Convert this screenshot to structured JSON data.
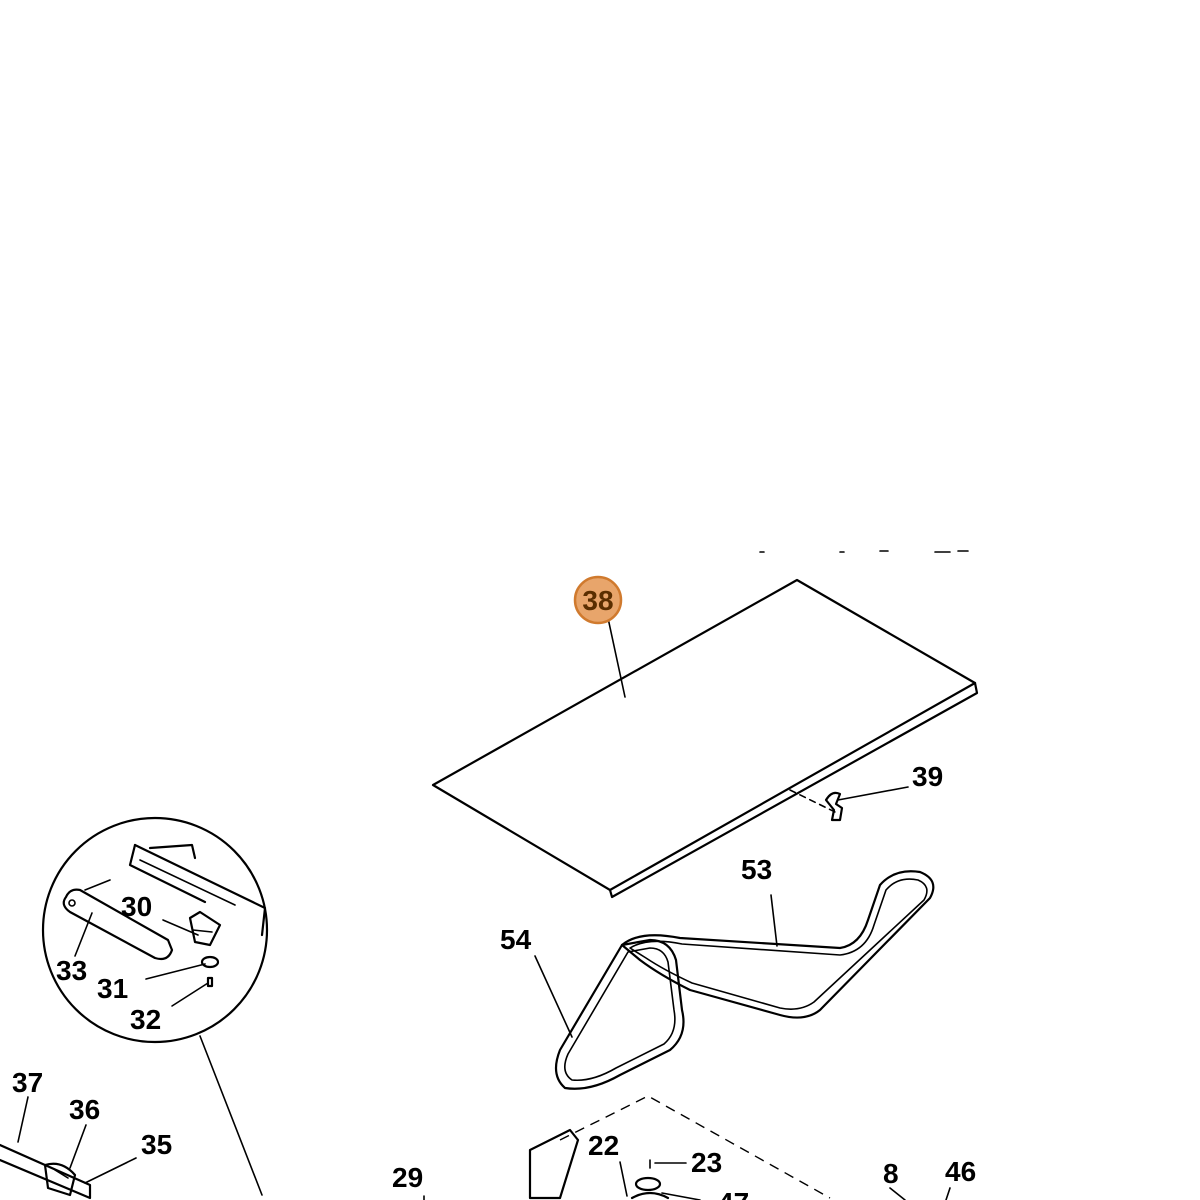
{
  "diagram": {
    "highlight_color": "#e8a56b",
    "highlight_border": "#d07a2e",
    "callouts": {
      "c38": "38",
      "c39": "39",
      "c53": "53",
      "c54": "54",
      "c30": "30",
      "c33": "33",
      "c31": "31",
      "c32": "32",
      "c37": "37",
      "c36": "36",
      "c35": "35",
      "c29": "29",
      "c22": "22",
      "c23": "23",
      "c8": "8",
      "c46": "46",
      "c47": "47"
    }
  }
}
